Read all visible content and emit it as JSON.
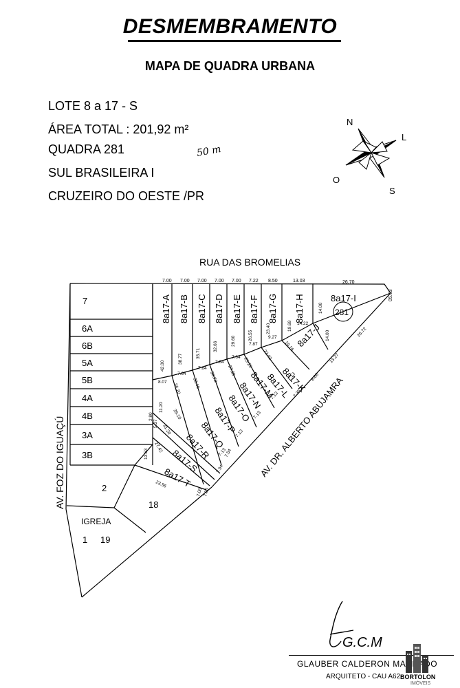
{
  "document": {
    "title": "DESMEMBRAMENTO",
    "subtitle": "MAPA DE QUADRA URBANA"
  },
  "info": {
    "lote": "LOTE  8  a 17 - S",
    "area": "ÁREA TOTAL :  201,92 m²",
    "quadra": "QUADRA 281",
    "bairro": "SUL BRASILEIRA I",
    "cidade": "CRUZEIRO DO OESTE /PR"
  },
  "handwritten_note": "50 m",
  "compass": {
    "north": "N",
    "south": "S",
    "east": "L",
    "west": "O"
  },
  "map": {
    "streets": {
      "top": "RUA DAS BROMELIAS",
      "left": "AV. FOZ DO IGUAÇÚ",
      "diagonal": "AV. DR. ALBERTO ABUJAMRA"
    },
    "quadra_badge": "281",
    "left_lots": [
      "7",
      "6A",
      "6B",
      "5A",
      "5B",
      "4A",
      "4B",
      "3A",
      "3B"
    ],
    "lot_2": "2",
    "lot_18": "18",
    "igreja": "IGREJA",
    "lot_1": "1",
    "lot_19": "19",
    "vertical_lots": [
      "8a17-A",
      "8a17-B",
      "8a17-C",
      "8a17-D",
      "8a17-E",
      "8a17-F",
      "8a17-G",
      "8a17-H"
    ],
    "lot_i": "8a17-I",
    "diagonal_lots": [
      "8a17-J",
      "8a17-K",
      "8a17-L",
      "8a17-M",
      "8a17-N",
      "8a17-O",
      "8a17-P",
      "8a17-Q",
      "8a17-R",
      "8a17-S",
      "8a17-T"
    ],
    "top_frontages": [
      "7.00",
      "7.00",
      "7.00",
      "7.00",
      "7.00",
      "7.22",
      "8.50",
      "13.03",
      "26.70"
    ],
    "right_edge": "05.63",
    "vertical_depths": [
      "42.00",
      "38.77",
      "35.71",
      "32.66",
      "29.60",
      "26.55",
      "23.40",
      "19.69"
    ],
    "i_measures": [
      "14.00",
      "14.22",
      "14.00"
    ],
    "bottom_short": [
      "7.64",
      "7.64",
      "7.64",
      "7.64",
      "7.87",
      "9.27"
    ],
    "side_lengths": [
      "36.20",
      "33.46",
      "30.72",
      "27.99",
      "25.25",
      "22.42",
      "19.16"
    ],
    "hyp_frontages": [
      "7.13",
      "7.13",
      "7.13",
      "7.13",
      "7.13",
      "7.35",
      "8.66",
      "13.27",
      "26.72"
    ],
    "left_measures": [
      "8.07",
      "11.20",
      "2.80",
      "39.10",
      "31.20",
      "5.37",
      "13.53",
      "27.42",
      "23.56"
    ],
    "bottom_measures": [
      "7.54",
      "7.94",
      "7.00",
      "7.00"
    ]
  },
  "signature": {
    "name": "GLAUBER CALDERON MACHADO",
    "role": "ARQUITETO - CAU A62266-7",
    "initials": "G.C.M"
  },
  "stamp": {
    "brand": "BORTOLON",
    "sub": "IMÓVEIS"
  }
}
